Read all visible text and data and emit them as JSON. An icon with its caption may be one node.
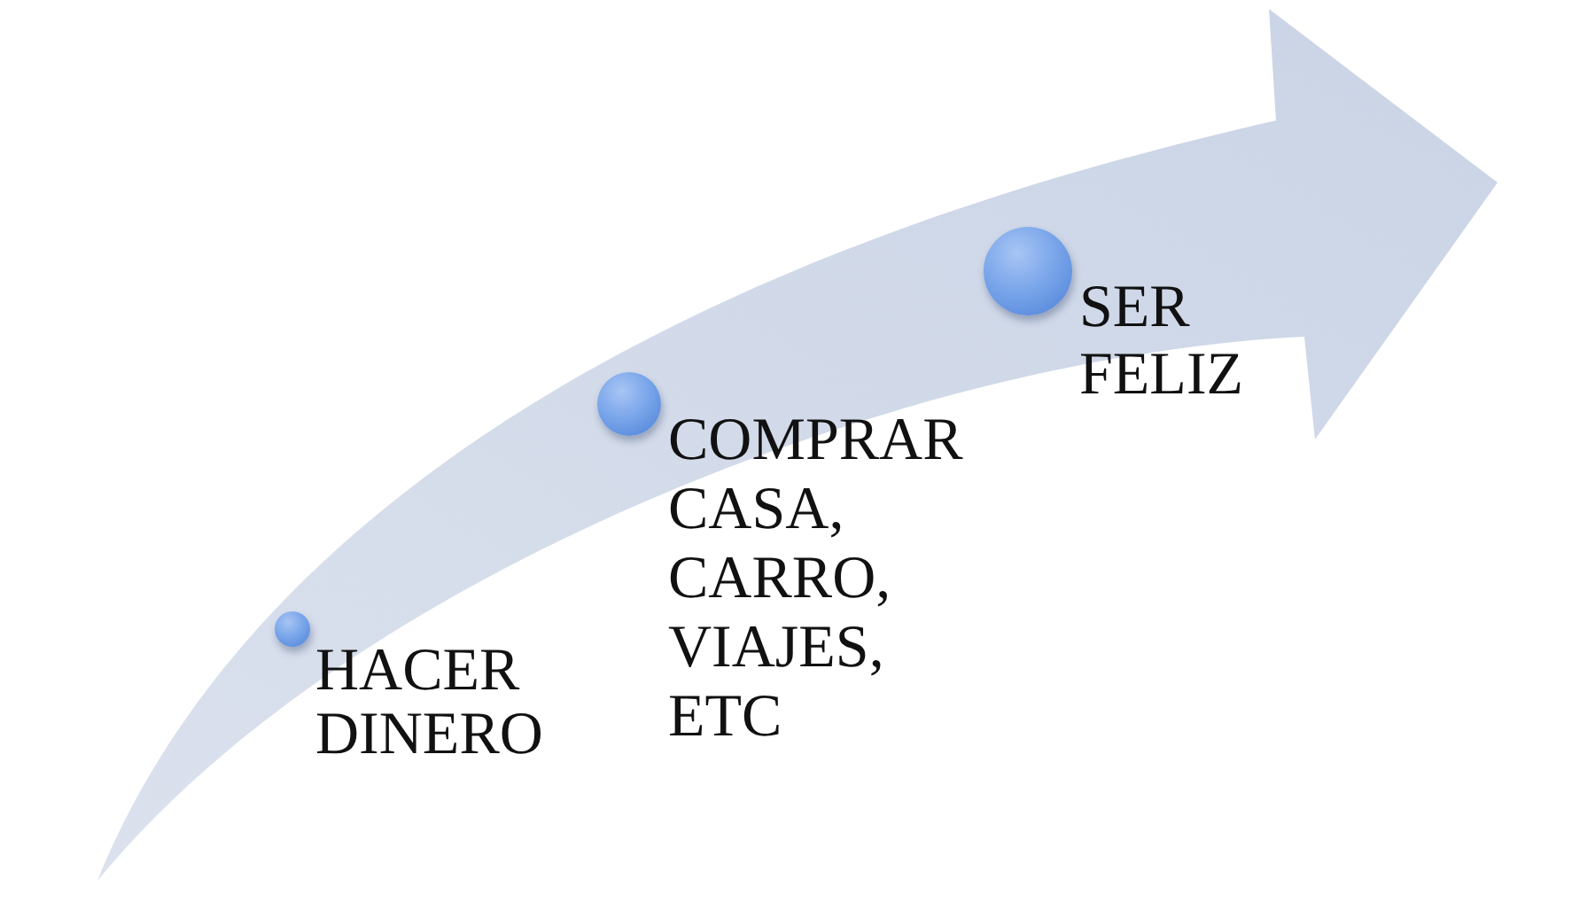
{
  "diagram": {
    "nodes": [
      {
        "text": [],
        "shape": "arrow"
      },
      {
        "text": [],
        "shape": "circle",
        "in": 0,
        "beside": [
          "HACER DINERO"
        ]
      },
      {
        "text": [],
        "shape": "circle",
        "in": 0,
        "beside": [
          "COMPRAR CASA, CARRO, VIAJES, ETC"
        ]
      },
      {
        "text": [],
        "shape": "circle",
        "in": 0,
        "beside": [
          "SER FELIZ"
        ]
      }
    ]
  }
}
